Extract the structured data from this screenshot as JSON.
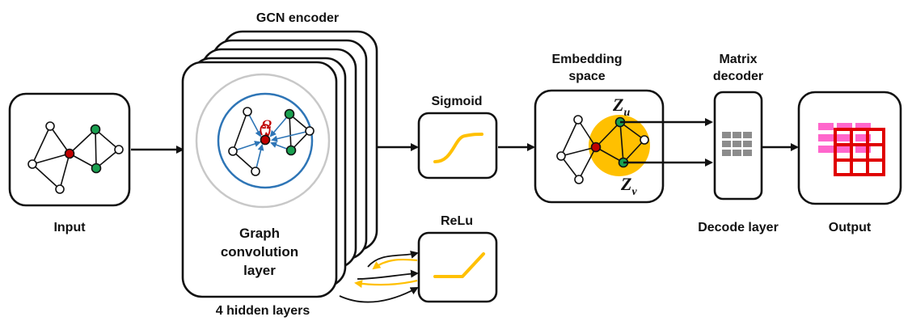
{
  "labels": {
    "gcn_encoder": "GCN encoder",
    "input": "Input",
    "graph_conv_line1": "Graph",
    "graph_conv_line2": "convolution",
    "graph_conv_line3": "layer",
    "hidden_layers": "4 hidden layers",
    "sigmoid": "Sigmoid",
    "relu": "ReLu",
    "embedding_line1": "Embedding",
    "embedding_line2": "space",
    "matrix_line1": "Matrix",
    "matrix_line2": "decoder",
    "decode_layer": "Decode layer",
    "output": "Output",
    "omega": "Ω",
    "zu_main": "Z",
    "zu_sub": "u",
    "zv_main": "Z",
    "zv_sub": "v"
  },
  "colors": {
    "center_node": "#c00000",
    "neighbor_node": "#1aa050",
    "plain_node": "#ffffff",
    "conv_circle": "#2e75b6",
    "outer_ring": "#c8c8c8",
    "activation": "#ffc000",
    "embedding_blob": "#ffc000",
    "decoder_cells": "#8c8c8c",
    "output_grid": "#e00000",
    "output_pink": "#ff66cc"
  },
  "icons": [
    "sigmoid-curve-icon",
    "relu-curve-icon",
    "decoder-grid-icon",
    "output-matrix-icon",
    "self-loop-icon"
  ]
}
